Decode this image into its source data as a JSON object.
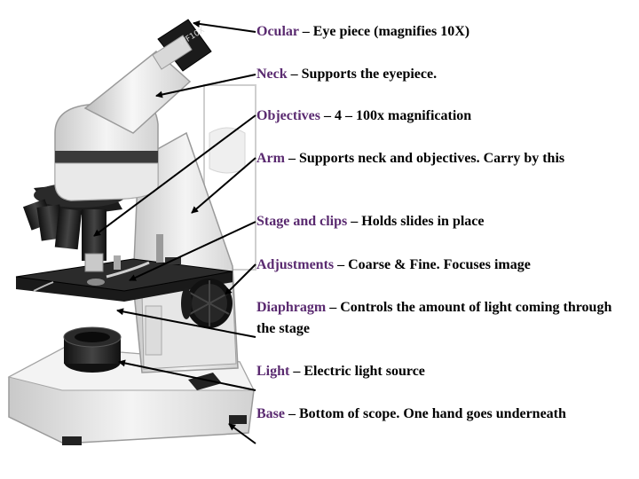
{
  "colors": {
    "term": "#5a2a70",
    "text": "#000000",
    "arrow": "#000000"
  },
  "labels": [
    {
      "term": "Ocular",
      "desc": " – Eye piece (magnifies 10X)"
    },
    {
      "term": "Neck",
      "desc": " – Supports the eyepiece."
    },
    {
      "term": "Objectives",
      "desc": " – 4 – 100x magnification"
    },
    {
      "term": "Arm",
      "desc": " – Supports neck and objectives.  Carry by this"
    },
    {
      "term": "Stage and clips",
      "desc": " – Holds slides in place"
    },
    {
      "term": "Adjustments",
      "desc": " – Coarse & Fine. Focuses image"
    },
    {
      "term": "Diaphragm",
      "desc": " – Controls the amount of light coming through the stage"
    },
    {
      "term": "Light",
      "desc": " – Electric light source"
    },
    {
      "term": "Base",
      "desc": " – Bottom of scope. One hand goes underneath"
    }
  ],
  "eyepiece_marking": "WF10X"
}
